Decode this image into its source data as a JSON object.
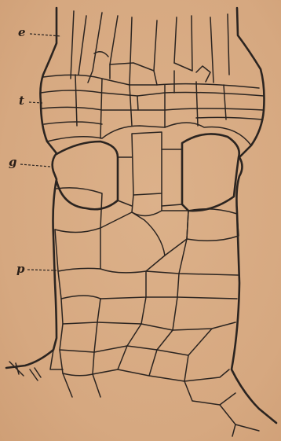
{
  "figure": {
    "labels": {
      "e": "e",
      "t": "t",
      "g": "g",
      "p": "p"
    },
    "colors": {
      "paper": "#d9ad85",
      "ink": "#2b2420"
    }
  }
}
